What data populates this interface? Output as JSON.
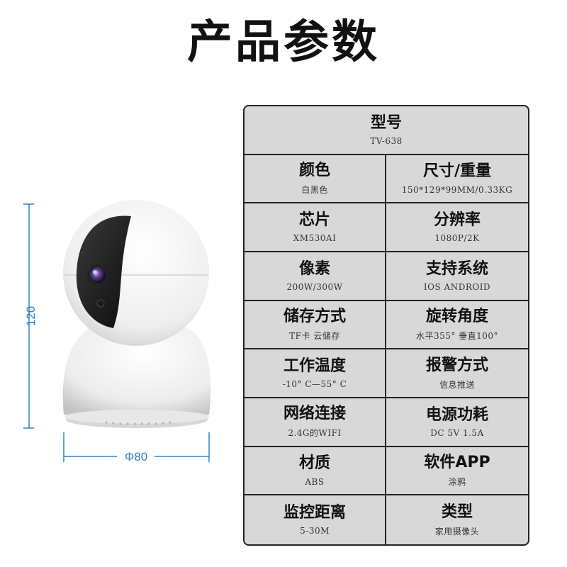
{
  "title": "产品参数",
  "camera": {
    "height_label": "120",
    "width_label": "Φ80",
    "accent_color": "#2d84c6"
  },
  "specs": {
    "model": {
      "label": "型号",
      "value": "TV-638"
    },
    "rows": [
      [
        {
          "label": "颜色",
          "value": "白黑色"
        },
        {
          "label": "尺寸/重量",
          "value": "150*129*99MM/0.33KG"
        }
      ],
      [
        {
          "label": "芯片",
          "value": "XM530AI"
        },
        {
          "label": "分辨率",
          "value": "1080P/2K"
        }
      ],
      [
        {
          "label": "像素",
          "value": "200W/300W"
        },
        {
          "label": "支持系统",
          "value": "IOS ANDROID"
        }
      ],
      [
        {
          "label": "储存方式",
          "value": "TF卡 云储存"
        },
        {
          "label": "旋转角度",
          "value": "水平355° 垂直100°"
        }
      ],
      [
        {
          "label": "工作温度",
          "value": "-10° C—55° C"
        },
        {
          "label": "报警方式",
          "value": "信息推送"
        }
      ],
      [
        {
          "label": "网络连接",
          "value": "2.4G的WIFI"
        },
        {
          "label": "电源功耗",
          "value": "DC 5V 1.5A"
        }
      ],
      [
        {
          "label": "材质",
          "value": "ABS"
        },
        {
          "label": "软件APP",
          "value": "涂鸦"
        }
      ],
      [
        {
          "label": "监控距离",
          "value": "5-30M"
        },
        {
          "label": "类型",
          "value": "家用摄像头"
        }
      ]
    ]
  }
}
